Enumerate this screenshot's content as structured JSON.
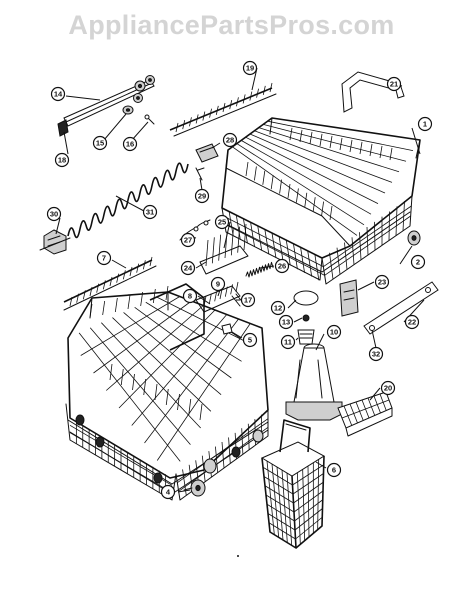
{
  "watermark": "AppliancePartsPros.com",
  "callouts": {
    "c1": "1",
    "c2": "2",
    "c4": "4",
    "c5": "5",
    "c6": "6",
    "c7": "7",
    "c8": "8",
    "c9": "9",
    "c10": "10",
    "c11": "11",
    "c12": "12",
    "c13": "13",
    "c14": "14",
    "c15": "15",
    "c16": "16",
    "c17": "17",
    "c18": "18",
    "c19": "19",
    "c20": "20",
    "c21": "21",
    "c22": "22",
    "c23": "23",
    "c24": "24",
    "c25": "25",
    "c26": "26",
    "c27": "27",
    "c28": "28",
    "c29": "29",
    "c30": "30",
    "c31": "31",
    "c32": "32"
  }
}
